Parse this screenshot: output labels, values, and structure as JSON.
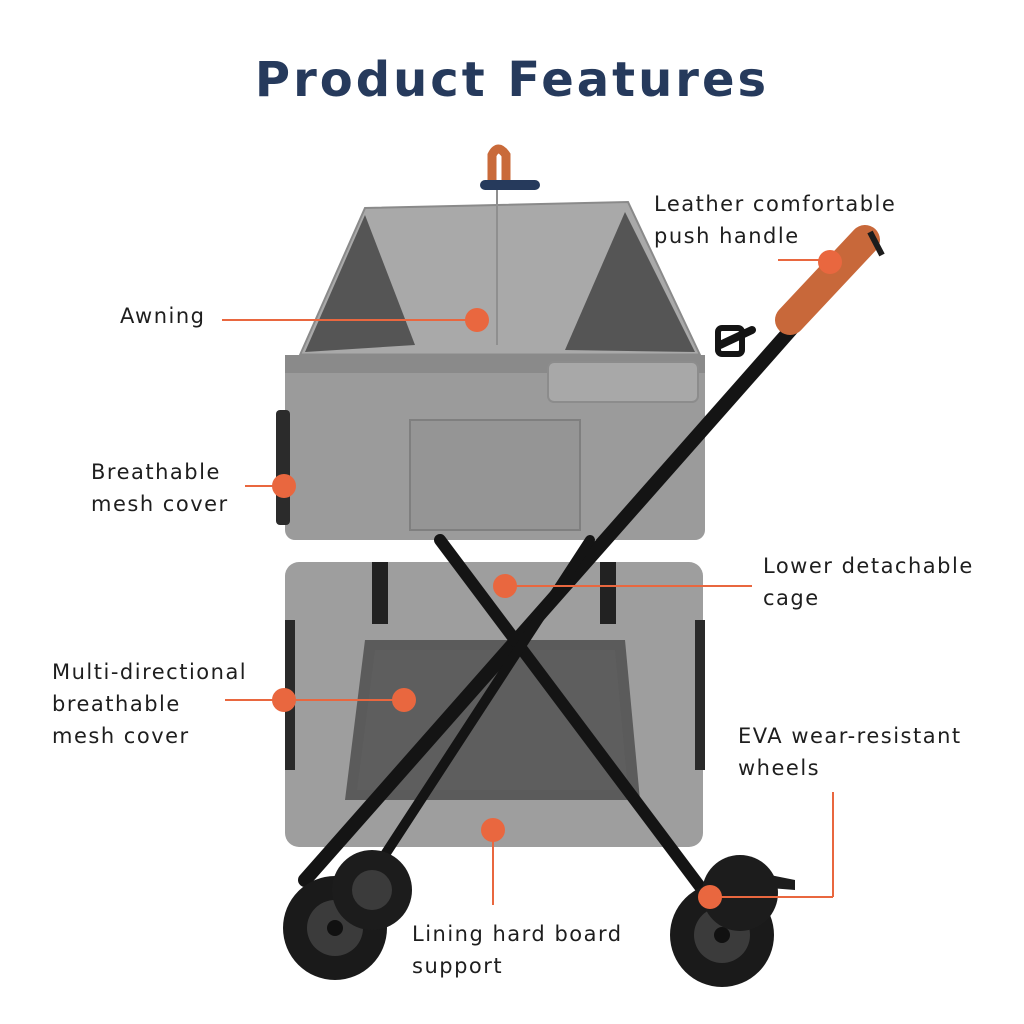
{
  "title": "Product Features",
  "accent_color": "#e9673f",
  "labels": {
    "handle": "Leather comfortable\npush handle",
    "awning": "Awning",
    "breathable_mesh": "Breathable\nmesh cover",
    "lower_cage": "Lower detachable\ncage",
    "multi_mesh": "Multi-directional\nbreathable\nmesh cover",
    "wheels": "EVA wear-resistant\nwheels",
    "lining": "Lining hard board\nsupport"
  }
}
